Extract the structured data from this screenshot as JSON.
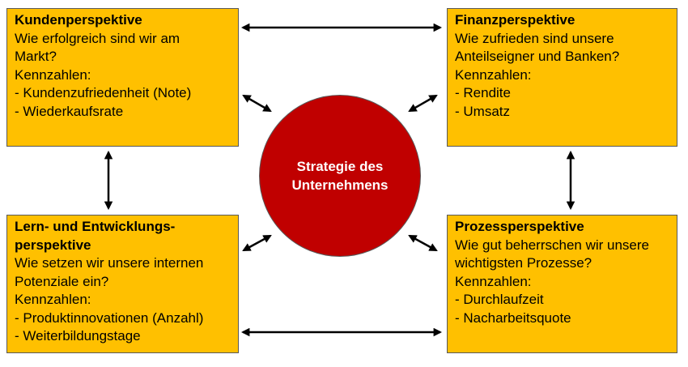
{
  "colors": {
    "box_fill": "#FFC000",
    "circle_fill": "#C00000",
    "border": "#595959",
    "arrow": "#000000"
  },
  "center": {
    "line1": "Strategie des",
    "line2": "Unternehmens"
  },
  "boxes": {
    "customer": {
      "title": "Kundenperspektive",
      "lines": [
        "Wie erfolgreich sind wir am",
        "Markt?",
        "Kennzahlen:",
        "- Kundenzufriedenheit (Note)",
        "- Wiederkaufsrate"
      ]
    },
    "finance": {
      "title": "Finanzperspektive",
      "lines": [
        "Wie zufrieden sind unsere",
        "Anteilseigner und Banken?",
        "Kennzahlen:",
        "- Rendite",
        "- Umsatz"
      ]
    },
    "learning": {
      "title_line1": "Lern- und Entwicklungs-",
      "title_line2": "perspektive",
      "lines": [
        "Wie setzen wir unsere internen",
        "Potenziale ein?",
        "Kennzahlen:",
        "- Produktinnovationen (Anzahl)",
        "- Weiterbildungstage"
      ]
    },
    "process": {
      "title": "Prozessperspektive",
      "lines": [
        "Wie gut beherrschen wir unsere",
        "wichtigsten Prozesse?",
        "Kennzahlen:",
        "- Durchlaufzeit",
        "- Nacharbeitsquote"
      ]
    }
  }
}
